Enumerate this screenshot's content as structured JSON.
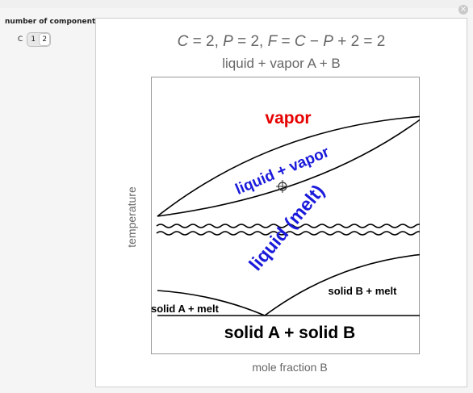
{
  "controls": {
    "title": "number of components",
    "setter_name": "C",
    "options": [
      "1",
      "2"
    ],
    "selected": "2"
  },
  "window": {
    "close_glyph": "×"
  },
  "plot": {
    "equation_parts": [
      "C",
      " = 2, ",
      "P",
      " = 2, ",
      "F",
      " = ",
      "C",
      " − ",
      "P",
      " + 2 = 2"
    ],
    "phases_present": "liquid + vapor A + B",
    "ylabel": "temperature",
    "xlabel": "mole fraction B",
    "regions": {
      "vapor": "vapor",
      "liquid_vapor": "liquid + vapor",
      "liquid_melt": "liquid (melt)",
      "solid_b_melt": "solid B + melt",
      "solid_a_melt": "solid A + melt",
      "solid_ab": "solid A + solid B"
    },
    "colors": {
      "vapor": "#e60000",
      "liquid": "#1a1adb",
      "curve": "#000000",
      "text": "#666666"
    }
  }
}
